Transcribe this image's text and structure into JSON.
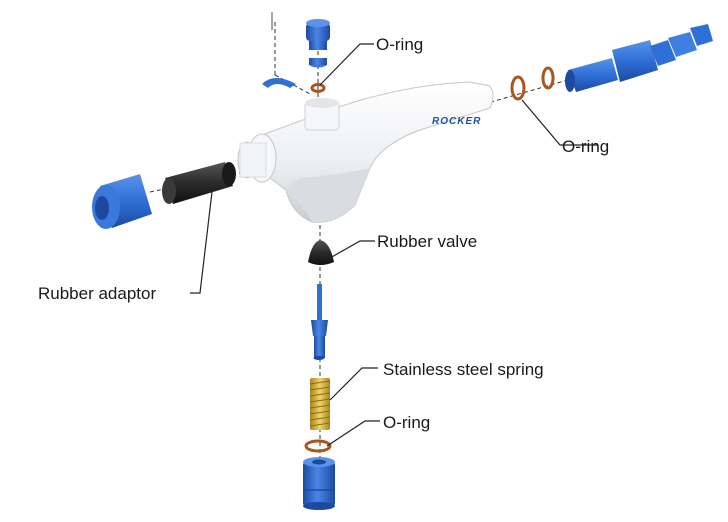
{
  "diagram": {
    "brand_logo": "ROCKER",
    "labels": {
      "o_ring_top": "O-ring",
      "o_ring_right": "O-ring",
      "rubber_adaptor": "Rubber adaptor",
      "rubber_valve": "Rubber valve",
      "spring": "Stainless steel spring",
      "o_ring_bottom": "O-ring"
    },
    "colors": {
      "blue_parts": "#2f6fd6",
      "blue_dark": "#1f4fa8",
      "body": "#f1f2f4",
      "rubber": "#2a2a2a",
      "o_ring": "#a9561f",
      "spring": "#d8b13a"
    }
  }
}
